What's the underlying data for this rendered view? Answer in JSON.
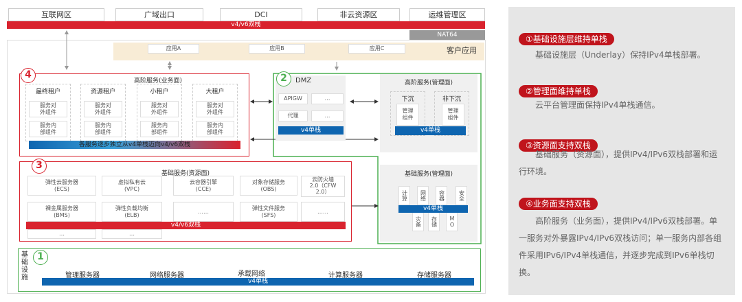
{
  "zones": [
    "互联网区",
    "广域出口",
    "DCI",
    "非云资源区",
    "运维管理区"
  ],
  "top_bar": "v4/v6双栈",
  "nat": "NAT64",
  "apps": [
    "应用A",
    "应用B",
    "应用C"
  ],
  "customer_app": "客户应用",
  "biz": {
    "num": "4",
    "title": "高阶服务(业务面)",
    "tenants": [
      "最终租户",
      "资源租户",
      "小租户",
      "大租户"
    ],
    "ext": "服务对外组件",
    "int": "服务内部组件",
    "bar": "各服务逐步独立从v4单栈迈向v4/v6双栈"
  },
  "dmz": {
    "num": "2",
    "title": "DMZ",
    "items": [
      "APIGW",
      "…",
      "代理",
      "…"
    ],
    "bar": "v4单栈"
  },
  "mgmt_adv": {
    "title": "高阶服务(管理面)",
    "cols": [
      "下沉",
      "非下沉"
    ],
    "comp": "管理组件",
    "bar": "v4单栈"
  },
  "mgmt_base": {
    "title": "基础服务(管理面)",
    "top": [
      "计算",
      "网络",
      "容器",
      "安全"
    ],
    "bottom": [
      "灾备",
      "存储",
      "MO"
    ],
    "bar": "v4单栈"
  },
  "res": {
    "num": "3",
    "title": "基础服务(资源面)",
    "row1": [
      "弹性云服务器\n(ECS)",
      "虚拟私有云\n(VPC)",
      "云容器引擎\n(CCE)",
      "对象存储服务\n(OBS)",
      "云防火墙\n2.0（CFW\n2.0）"
    ],
    "row2": [
      "裸金属服务器\n(BMS)",
      "弹性负载均衡\n(ELB)",
      "……",
      "弹性文件服务\n(SFS)",
      "……"
    ],
    "row3": [
      "…",
      "…"
    ],
    "bar": "v4/v6双栈"
  },
  "infra": {
    "num": "1",
    "label": "基础设施",
    "items": [
      "管理服务器",
      "网络服务器",
      "承载网络",
      "计算服务器",
      "存储服务器"
    ],
    "bar": "v4单栈"
  },
  "notes": [
    {
      "title": "①基础设施层维持单栈",
      "body": "基础设施层（Underlay）保持IPv4单栈部署。"
    },
    {
      "title": "②管理面维持单栈",
      "body": "云平台管理面保持IPv4单栈通信。"
    },
    {
      "title": "③资源面支持双栈",
      "body": "基础服务（资源面），提供IPv4/IPv6双栈部署和运行环境。"
    },
    {
      "title": "④业务面支持双栈",
      "body": "高阶服务（业务面），提供IPv4/IPv6双栈部署。单一服务对外暴露IPv4/IPv6双栈访问；单一服务内部各组件采用IPv6/IPv4单栈通信，并逐步完成到IPv6单栈切换。"
    }
  ],
  "colors": {
    "red": "#d9232e",
    "blue": "#0e65b0",
    "green": "#4caf50",
    "note_bg": "#e6e6e6"
  }
}
